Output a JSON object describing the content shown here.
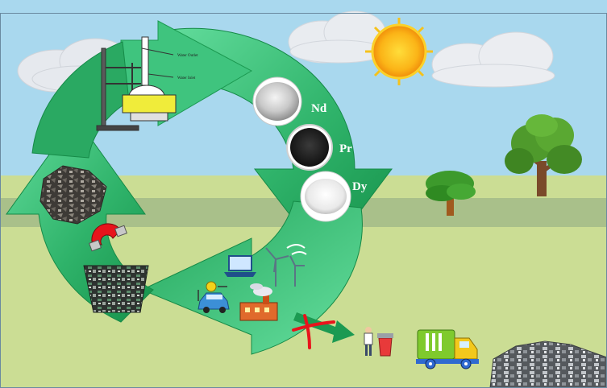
{
  "labels": {
    "element_1": "Nd",
    "element_2": "Pr",
    "element_3": "Dy"
  },
  "apparatus": {
    "outlet": "Water Outlet",
    "inlet": "Water Inlet"
  },
  "icons": {
    "magnet": "magnet-icon",
    "laptop": "laptop-icon",
    "wind": "wind-turbine-icon",
    "ev": "electric-car-icon",
    "factory": "factory-icon",
    "cross": "red-cross-icon",
    "person": "person-recycling-icon",
    "truck": "garbage-truck-icon",
    "sun": "sun-icon",
    "tree": "tree-icon"
  },
  "colors": {
    "sky": "#a9d8ee",
    "ground": "#cbdd94",
    "arrow_dark": "#1c9a52",
    "arrow_light": "#5bd896",
    "sun": "#f5a20e",
    "cross": "#e8141c",
    "truck": "#7fca2d"
  }
}
